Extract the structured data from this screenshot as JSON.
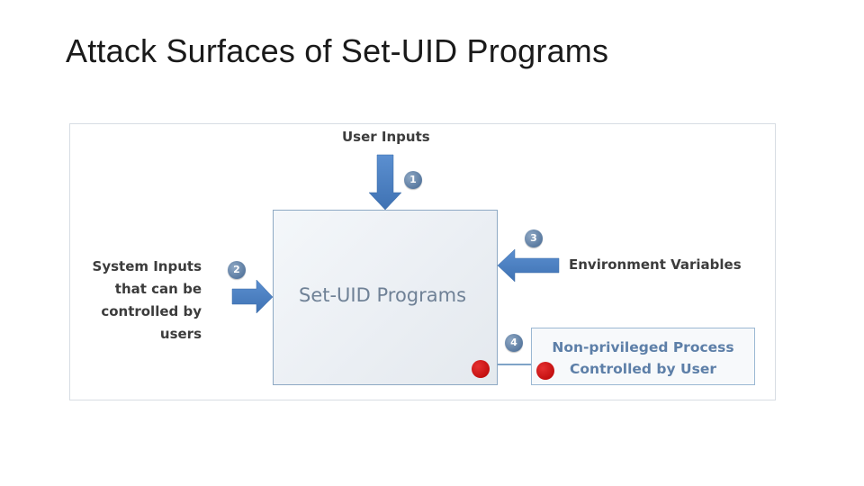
{
  "slide": {
    "title": "Attack Surfaces of Set-UID Programs"
  },
  "diagram": {
    "main_box_label": "Set-UID Programs",
    "inputs": {
      "user_inputs": {
        "label": "User Inputs",
        "number": "1"
      },
      "system_inputs": {
        "label_lines": [
          "System Inputs",
          "that can be",
          "controlled by",
          "users"
        ],
        "number": "2"
      },
      "environment_variables": {
        "label": "Environment Variables",
        "number": "3"
      },
      "process": {
        "label_lines": [
          "Non-privileged Process",
          "Controlled by User"
        ],
        "number": "4"
      }
    },
    "colors": {
      "arrow": "#4a7fc1",
      "badge": "#5a7aa0",
      "red_marker": "#c41010",
      "process_text": "#5d7fa8"
    }
  }
}
